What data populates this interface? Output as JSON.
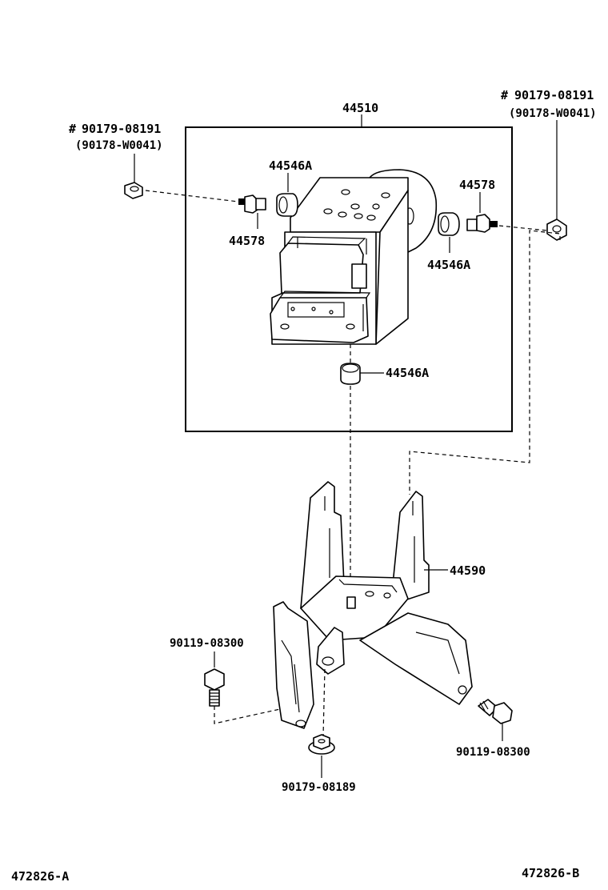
{
  "labels": {
    "assembly_44510": "44510",
    "left_nut_part": "90179-08191",
    "left_nut_alt": "(90178-W0041)",
    "right_nut_part": "90179-08191",
    "right_nut_alt": "(90178-W0041)",
    "left_cushion_44546a": "44546A",
    "left_collar_44578": "44578",
    "right_collar_44578": "44578",
    "right_cushion_44546a": "44546A",
    "bottom_cushion_44546a": "44546A",
    "bracket_44590": "44590",
    "left_bolt_part": "90119-08300",
    "right_bolt_part": "90119-08300",
    "nut_bottom_part": "90179-08189",
    "footer_left_code": "472826-A",
    "footer_right_code": "472826-B"
  },
  "symbols": {
    "hash_mark": "#"
  }
}
